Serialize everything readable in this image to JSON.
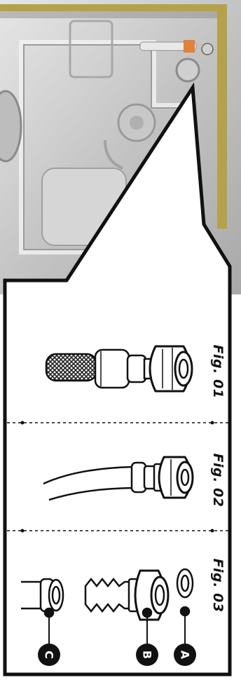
{
  "figures": [
    {
      "label": "Fig. 01"
    },
    {
      "label": "Fig. 02"
    },
    {
      "label": "Fig. 03"
    }
  ],
  "callouts": [
    {
      "letter": "C"
    },
    {
      "letter": "B"
    },
    {
      "letter": "A"
    }
  ],
  "colors": {
    "photo_background": "#cfcfcf",
    "frame_gold": "#b3a24a",
    "ink": "#111111",
    "paper": "#ffffff"
  }
}
